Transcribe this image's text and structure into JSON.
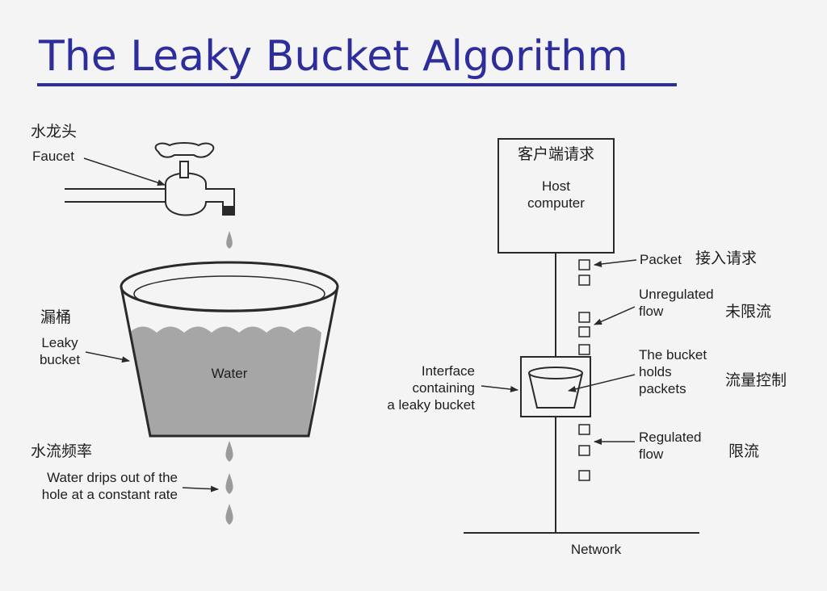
{
  "title": "The Leaky Bucket Algorithm",
  "colors": {
    "title": "#2d2d9c",
    "water": "#a6a6a6",
    "line": "#2a2a2a",
    "background": "#f4f4f4"
  },
  "left": {
    "faucet_cn": "水龙头",
    "faucet_en": "Faucet",
    "bucket_cn": "漏桶",
    "bucket_en_line1": "Leaky",
    "bucket_en_line2": "bucket",
    "water": "Water",
    "drip_cn": "水流频率",
    "drip_en_line1": "Water drips out of the",
    "drip_en_line2": "hole at a constant rate"
  },
  "right": {
    "host_cn": "客户端请求",
    "host_en_line1": "Host",
    "host_en_line2": "computer",
    "packet_en": "Packet",
    "packet_cn": "接入请求",
    "unregulated_line1": "Unregulated",
    "unregulated_line2": "flow",
    "unregulated_cn": "未限流",
    "interface_line1": "Interface",
    "interface_line2": "containing",
    "interface_line3": "a leaky bucket",
    "holds_line1": "The bucket",
    "holds_line2": "holds",
    "holds_line3": "packets",
    "holds_cn": "流量控制",
    "regulated_line1": "Regulated",
    "regulated_line2": "flow",
    "regulated_cn": "限流",
    "network": "Network"
  }
}
